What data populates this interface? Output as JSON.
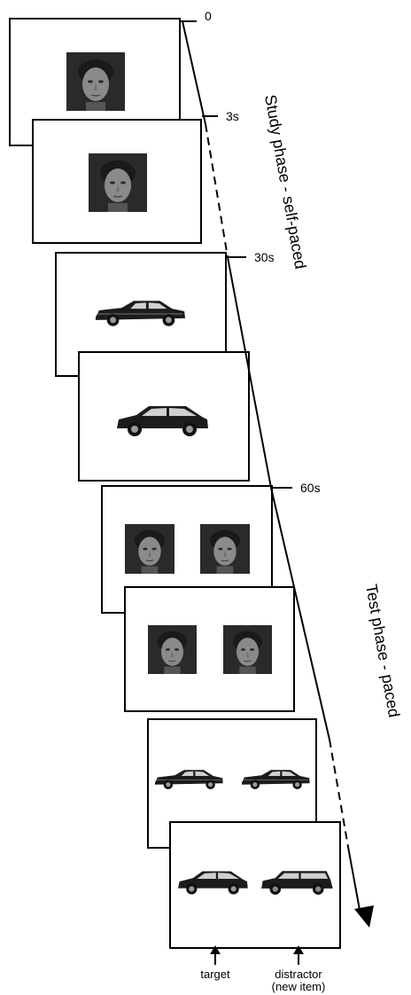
{
  "timeline": {
    "ticks": [
      "0",
      "3s",
      "30s",
      "60s"
    ]
  },
  "phases": {
    "study": "Study phase - self-paced",
    "test": "Test phase - paced"
  },
  "annotations": {
    "target": "target",
    "distractor_line1": "distractor",
    "distractor_line2": "(new item)"
  },
  "frames": [
    {
      "stimulus": "face",
      "count": 1
    },
    {
      "stimulus": "face",
      "count": 1
    },
    {
      "stimulus": "car",
      "count": 1
    },
    {
      "stimulus": "car",
      "count": 1
    },
    {
      "stimulus": "face",
      "count": 2
    },
    {
      "stimulus": "face",
      "count": 2
    },
    {
      "stimulus": "car",
      "count": 2
    },
    {
      "stimulus": "car",
      "count": 2
    }
  ],
  "colors": {
    "line": "#000000",
    "photo_bg": "#2a2a2a",
    "face_skin": "#8a8a8a",
    "car_body": "#1c1c1c"
  }
}
